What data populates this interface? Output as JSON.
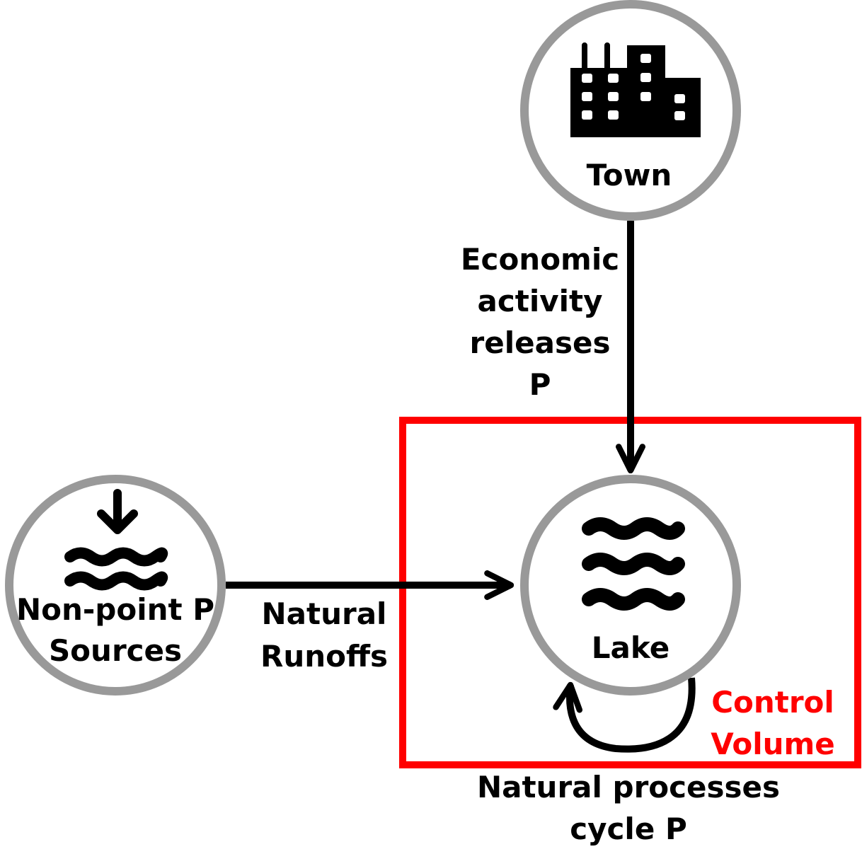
{
  "nodes": {
    "town": {
      "label": "Town",
      "icon": "factory-icon"
    },
    "lake": {
      "label": "Lake",
      "icon": "water-waves-icon"
    },
    "nonpoint": {
      "label_line1": "Non-point P",
      "label_line2": "Sources",
      "icon": "water-inflow-icon"
    }
  },
  "edges": {
    "town_to_lake": {
      "line1": "Economic",
      "line2": "activity",
      "line3": "releases",
      "line4": "P"
    },
    "nonpoint_to_lake": {
      "line1": "Natural",
      "line2": "Runoffs"
    },
    "lake_self": {
      "line1": "Natural processes",
      "line2": "cycle P"
    }
  },
  "control_volume": {
    "line1": "Control",
    "line2": "Volume"
  },
  "colors": {
    "node_border": "#999999",
    "edge": "#000000",
    "control_volume": "#ff0000",
    "text": "#000000"
  }
}
